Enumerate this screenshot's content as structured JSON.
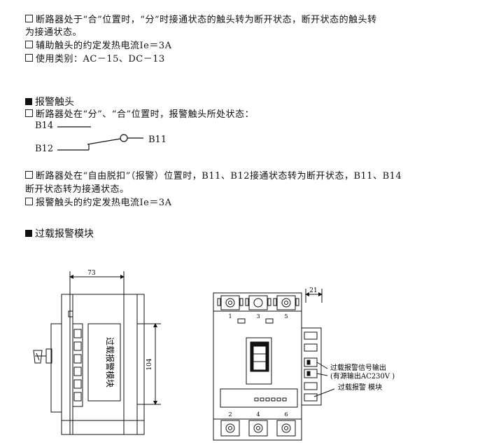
{
  "aux_contact": {
    "line1": "断路器处于“合”位置时，“分”时接通状态的触头转为断开状态，断开状态的触头转",
    "line1_cont": "为接通状态。",
    "line2": "辅助触头的约定发热电流Ie＝3A",
    "line3": "使用类别：AC－15、DC－13"
  },
  "alarm_contact": {
    "heading": "报警触头",
    "state_line": "断路器处在“分”、“合”位置时，报警触头所处状态：",
    "b14": "B14",
    "b12": "B12",
    "b11": "B11",
    "trip_line": "断路器处在“自由脱扣”（报警）位置时，B11、B12接通状态转为断开状态，B11、B14",
    "trip_line_cont": "断开状态转为接通状态。",
    "current_line": "报警触头的约定发热电流Ie＝3A"
  },
  "overload_module": {
    "heading": "过载报警模块",
    "dim_width": "73",
    "dim_height": "104",
    "module_label": "过载报警模块",
    "dim_side": "21",
    "terminals_top": [
      "1",
      "3",
      "5"
    ],
    "terminals_bottom": [
      "2",
      "4",
      "6"
    ],
    "callout_signal": "过载报警信号输出",
    "callout_source": "(有源输出AC230V )",
    "callout_module": "过载报警 模块"
  }
}
